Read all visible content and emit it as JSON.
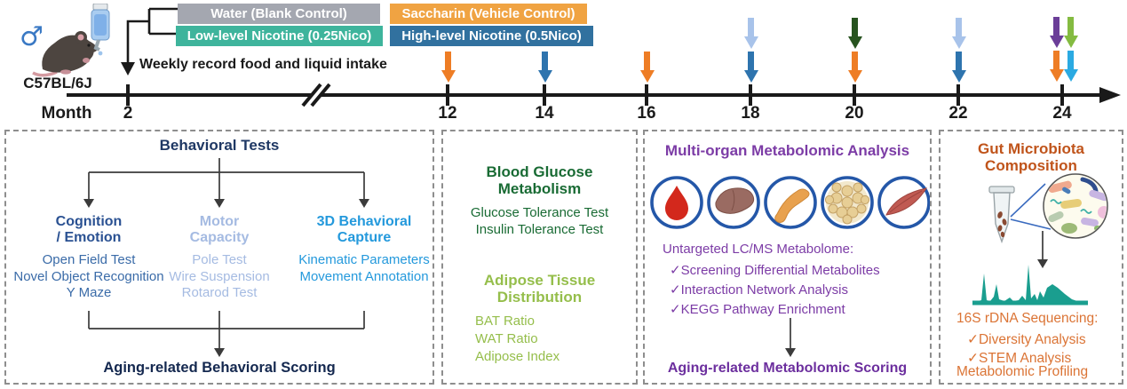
{
  "figure": {
    "subject": {
      "sex_symbol": "♂",
      "strain": "C57BL/6J"
    },
    "legend": {
      "water": {
        "label": "Water (Blank Control)",
        "color": "#A4A7B0"
      },
      "low_nicotine": {
        "label": "Low-level Nicotine (0.25Nico)",
        "color": "#3EB49C"
      },
      "saccharin": {
        "label": "Saccharin (Vehicle Control)",
        "color": "#F0A342"
      },
      "high_nicotine": {
        "label": "High-level Nicotine (0.5Nico)",
        "color": "#31719F"
      }
    },
    "weekly_note": "Weekly record food and liquid intake"
  },
  "timeline": {
    "axis_label": "Month",
    "months": [
      "2",
      "12",
      "14",
      "16",
      "18",
      "20",
      "22",
      "24"
    ],
    "event_arrows": [
      {
        "month": "12",
        "color": "#EE7D25"
      },
      {
        "month": "14",
        "color": "#2E74AE"
      },
      {
        "month": "16",
        "color": "#EE7D25"
      },
      {
        "month": "18",
        "color": "#A8C3EA"
      },
      {
        "month": "18",
        "color": "#2E74AE"
      },
      {
        "month": "20",
        "color": "#27531F"
      },
      {
        "month": "20",
        "color": "#EE7D25"
      },
      {
        "month": "22",
        "color": "#A8C3EA"
      },
      {
        "month": "22",
        "color": "#2E74AE"
      },
      {
        "month": "24",
        "color": "#6B3E98"
      },
      {
        "month": "24",
        "color": "#84BB41"
      },
      {
        "month": "24",
        "color": "#EE7D25"
      },
      {
        "month": "24",
        "color": "#2BAAE2"
      }
    ]
  },
  "panels": {
    "behavioral": {
      "title": "Behavioral Tests",
      "columns": [
        {
          "heading1": "Cognition",
          "heading2": "/ Emotion",
          "items": [
            "Open Field Test",
            "Novel Object Recognition",
            "Y Maze"
          ]
        },
        {
          "heading1": "Motor",
          "heading2": "Capacity",
          "items": [
            "Pole Test",
            "Wire Suspension",
            "Rotarod Test"
          ]
        },
        {
          "heading1": "3D Behavioral",
          "heading2": "Capture",
          "items": [
            "Kinematic Parameters",
            "Movement Annotation"
          ]
        }
      ],
      "outcome": "Aging-related Behavioral Scoring"
    },
    "metabolism": {
      "glucose_heading1": "Blood Glucose",
      "glucose_heading2": "Metabolism",
      "glucose_items": [
        "Glucose Tolerance Test",
        "Insulin Tolerance Test"
      ],
      "adipose_heading1": "Adipose Tissue",
      "adipose_heading2": "Distribution",
      "adipose_items": [
        "BAT Ratio",
        "WAT Ratio",
        "Adipose Index"
      ]
    },
    "metabolomic": {
      "title": "Multi-organ Metabolomic Analysis",
      "organ_icons": [
        "blood",
        "liver",
        "pancreas",
        "adipose-tissue",
        "muscle"
      ],
      "subtitle": "Untargeted LC/MS Metabolome:",
      "items": [
        "✓Screening Differential Metabolites",
        "✓Interaction Network Analysis",
        "✓KEGG Pathway Enrichment"
      ],
      "outcome": "Aging-related Metabolomic Scoring"
    },
    "microbiota": {
      "title1": "Gut Microbiota",
      "title2": "Composition",
      "subtitle": "16S rDNA Sequencing:",
      "items": [
        "✓Diversity Analysis",
        "✓STEM Analysis"
      ],
      "footer": "Metabolomic Profiling"
    }
  }
}
